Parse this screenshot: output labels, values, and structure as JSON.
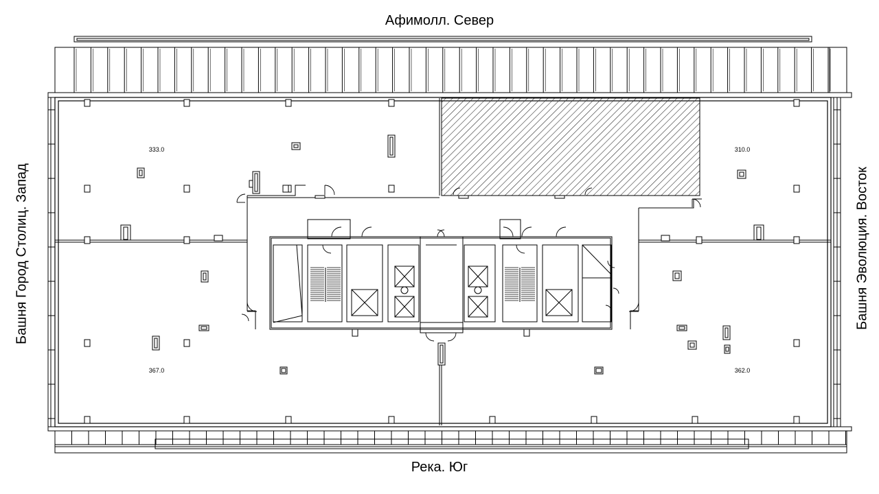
{
  "directions": {
    "north": "Афимолл. Север",
    "south": "Река. Юг",
    "west": "Башня Город Столиц. Запад",
    "east": "Башня Эволюция. Восток"
  },
  "areas": {
    "nw": "333.0",
    "ne": "310.0",
    "sw": "367.0",
    "se": "362.0"
  }
}
